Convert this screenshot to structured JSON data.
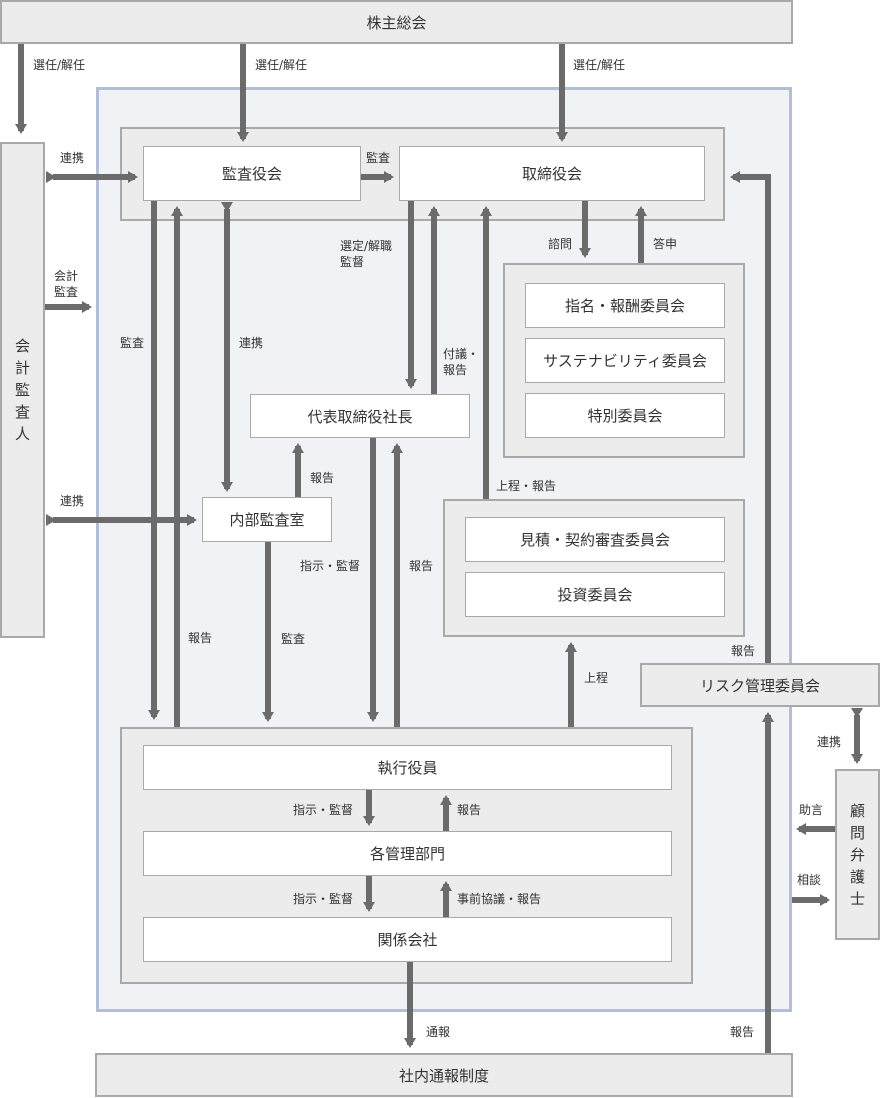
{
  "nodes": {
    "shareholders": "株主総会",
    "auditor": [
      "会",
      "計",
      "監",
      "査",
      "人"
    ],
    "audit_board": "監査役会",
    "board": "取締役会",
    "president": "代表取締役社長",
    "internal_audit": "内部監査室",
    "nomination": "指名・報酬委員会",
    "sustainability": "サステナビリティ委員会",
    "special": "特別委員会",
    "estimate": "見積・契約審査委員会",
    "investment": "投資委員会",
    "risk": "リスク管理委員会",
    "lawyer": [
      "顧",
      "問",
      "弁",
      "護",
      "士"
    ],
    "officers": "執行役員",
    "departments": "各管理部門",
    "affiliates": "関係会社",
    "whistle": "社内通報制度"
  },
  "labels": {
    "elect1": "選任/解任",
    "elect2": "選任/解任",
    "elect3": "選任/解任",
    "coop_auditor_board": "連携",
    "accounting_audit": [
      "会計",
      "監査"
    ],
    "coop_auditor_internal": "連携",
    "audit_board_to_board": "監査",
    "appoint_supervise": [
      "選定/解職",
      "監督"
    ],
    "consult": "諮問",
    "answer": "答申",
    "audit_left": "監査",
    "coop_mid": "連携",
    "proposal_report": [
      "付議・",
      "報告"
    ],
    "report_internal": "報告",
    "submit_report": "上程・報告",
    "instruct_supervise": "指示・監督",
    "report_president": "報告",
    "report_left": "報告",
    "audit_internal": "監査",
    "submit": "上程",
    "report_risk": "報告",
    "coop_lawyer": "連携",
    "instruct1": "指示・監督",
    "report_officers": "報告",
    "advice": "助言",
    "instruct2": "指示・監督",
    "pre_consult_report": "事前協議・報告",
    "consultation": "相談",
    "whistle_report": "通報",
    "report_whistle": "報告"
  },
  "colors": {
    "arrow": "#6b6b6b",
    "frame": "#b2bdd8",
    "frame_bg": "#f1f2f6",
    "box_bg": "#ececec",
    "border": "#a9a9a9"
  }
}
